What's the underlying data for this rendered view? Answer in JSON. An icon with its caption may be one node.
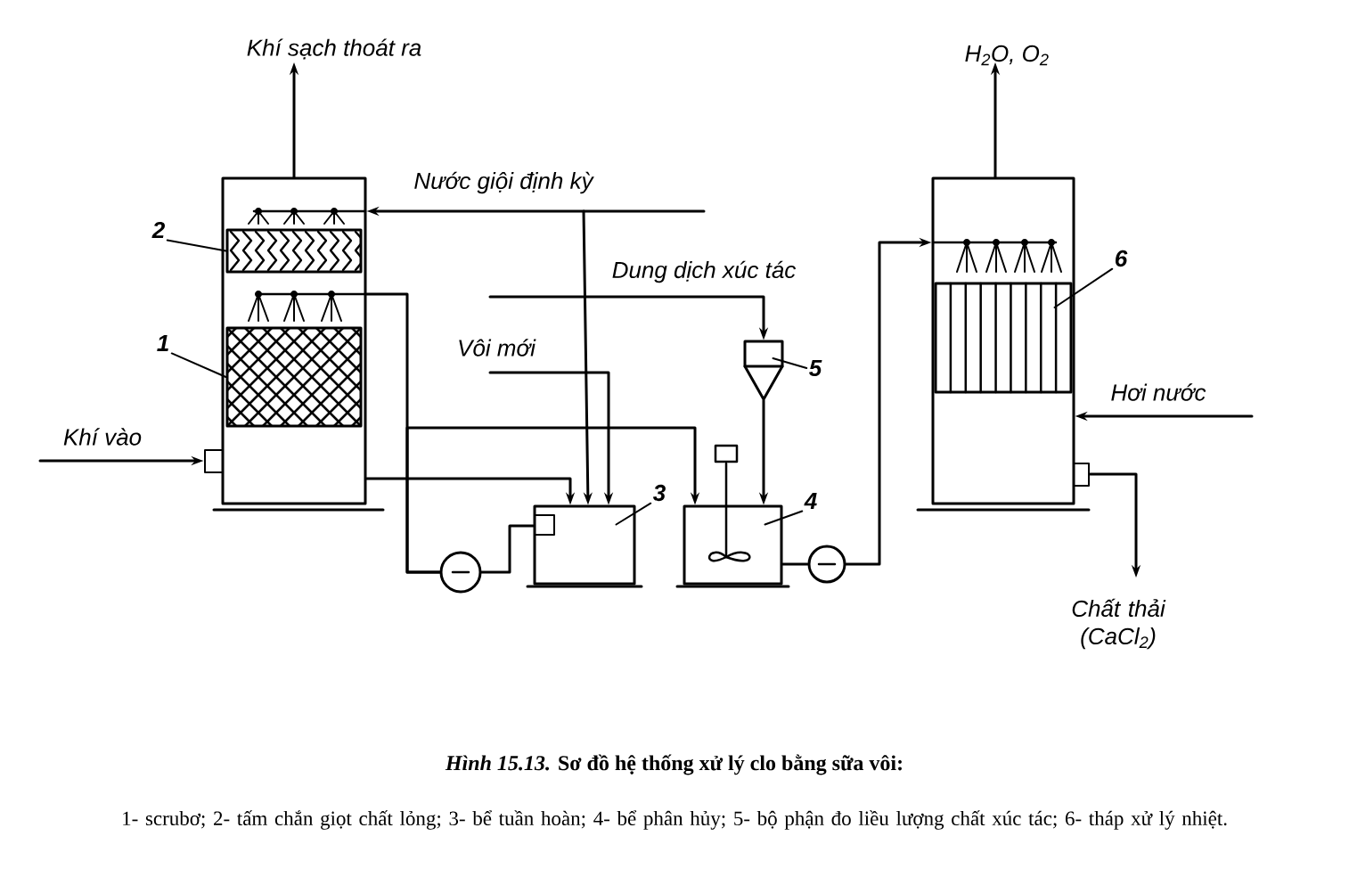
{
  "diagram": {
    "title": "*Hình 15.13.* Sơ đồ hệ thống xử lý clo bằng sữa vôi:",
    "caption": "1- scrubơ; 2- tấm chắn giọt chất lỏng; 3- bể tuần hoàn; 4- bể phân hủy; 5- bộ phận đo liều lượng chất xúc tác; 6- tháp xử lý nhiệt.",
    "nodes": [
      {
        "text": [],
        "shape": "box"
      },
      {
        "text": [],
        "shape": "box",
        "in": 0
      },
      {
        "text": [],
        "shape": "box",
        "in": 0
      },
      {
        "text": [],
        "shape": "box"
      },
      {
        "text": [],
        "shape": "box"
      },
      {
        "text": [],
        "shape": "box"
      },
      {
        "text": [],
        "shape": "circle"
      },
      {
        "text": [],
        "shape": "circle"
      },
      {
        "text": [],
        "shape": "box"
      },
      {
        "text": [],
        "shape": "box",
        "in": 8
      },
      {
        "text": [
          "1"
        ]
      },
      {
        "text": [
          "2"
        ]
      },
      {
        "text": [
          "3"
        ]
      },
      {
        "text": [
          "4"
        ]
      },
      {
        "text": [
          "5"
        ]
      },
      {
        "text": [
          "6"
        ]
      }
    ],
    "edges": [
      {
        "from": null,
        "to": 0,
        "arrow": "to",
        "label": "Khí vào"
      },
      {
        "from": 0,
        "to": null,
        "arrow": "to",
        "label": "Khí sạch thoát ra"
      },
      {
        "from": null,
        "to": 0,
        "arrow": "to",
        "label": "Nước giội định kỳ"
      },
      {
        "from": null,
        "to": 3,
        "arrow": "to"
      },
      {
        "from": null,
        "to": 5,
        "arrow": "to",
        "label": "Dung dịch xúc tác"
      },
      {
        "from": null,
        "to": 3,
        "arrow": "to",
        "label": "Vôi mới"
      },
      {
        "from": 5,
        "to": 4,
        "arrow": "to"
      },
      {
        "from": 0,
        "to": 3,
        "arrow": "to"
      },
      {
        "from": 3,
        "to": 6,
        "arrow": "none"
      },
      {
        "from": 6,
        "to": 0,
        "arrow": "none"
      },
      {
        "from": 6,
        "to": 4,
        "arrow": "to"
      },
      {
        "from": 4,
        "to": 7,
        "arrow": "none"
      },
      {
        "from": 7,
        "to": 8,
        "arrow": "to"
      },
      {
        "from": null,
        "to": 8,
        "arrow": "to",
        "label": "Hơi nước"
      },
      {
        "from": 8,
        "to": null,
        "arrow": "to",
        "label": "H$_{2}$O, O$_{2}$"
      },
      {
        "from": 8,
        "to": null,
        "arrow": "to",
        "label": "Chất thải (CaCl$_{2}$)"
      },
      {
        "from": 10,
        "to": 2,
        "arrow": "none"
      },
      {
        "from": 11,
        "to": 1,
        "arrow": "none"
      },
      {
        "from": 12,
        "to": 3,
        "arrow": "none"
      },
      {
        "from": 13,
        "to": 4,
        "arrow": "none"
      },
      {
        "from": 14,
        "to": 5,
        "arrow": "none"
      },
      {
        "from": 15,
        "to": 9,
        "arrow": "none"
      }
    ]
  }
}
